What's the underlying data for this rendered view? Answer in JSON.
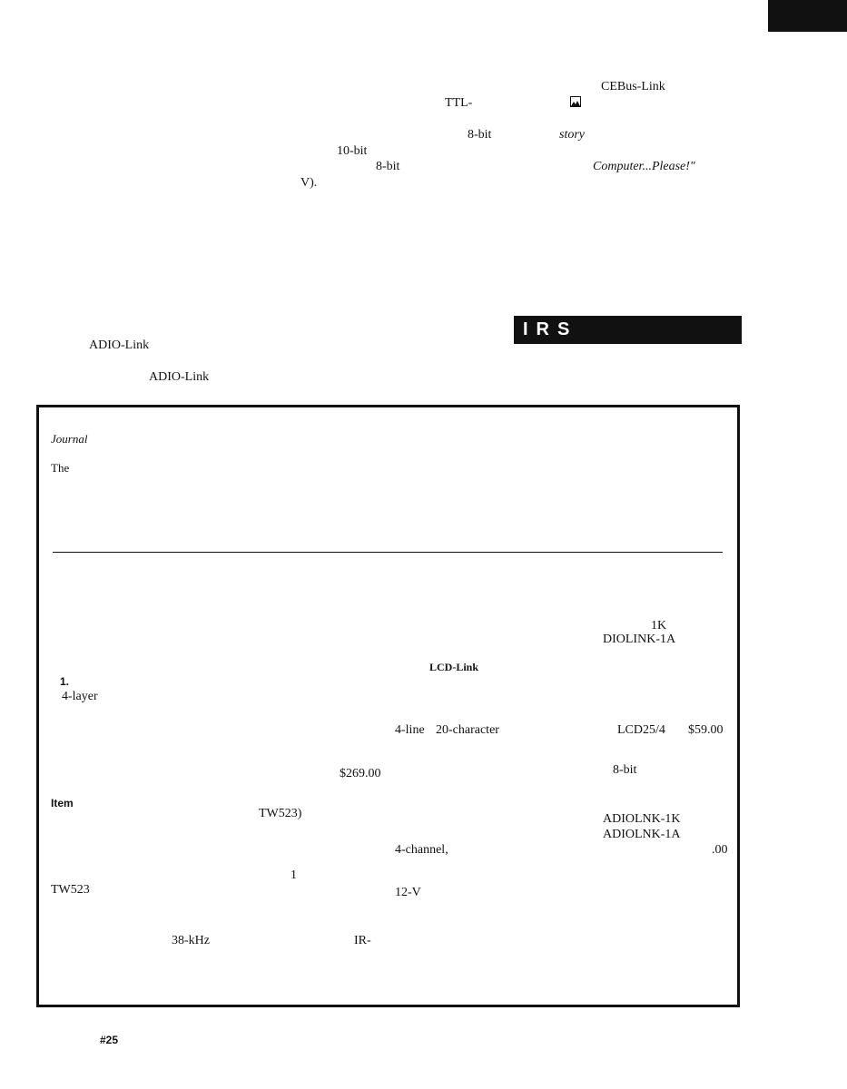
{
  "header": {
    "cebus_link": "CEBus-Link",
    "ttl": "TTL-",
    "eight_bit_1": "8-bit",
    "story": "story",
    "ten_bit": "10-bit",
    "eight_bit_2": "8-bit",
    "computer_please": "Computer...Please!\"",
    "v_paren": "V).",
    "adio_link_1": "ADIO-Link",
    "adio_link_2": "ADIO-Link"
  },
  "banner": {
    "text": "IRS"
  },
  "box": {
    "journal": "Journal",
    "the": "The",
    "one_k": "1K",
    "diolink_1a": "DIOLINK-1A",
    "one_dot": "1.",
    "lcd_link": "LCD-Link",
    "four_layer": "4-layer",
    "four_line": "4-line",
    "twenty_char": "20-character",
    "lcd25_4": "LCD25/4",
    "price_59": "$59.00",
    "price_269": "$269.00",
    "eight_bit": "8-bit",
    "item": "Item",
    "tw523_paren": "TW523)",
    "adiolnk_1k": "ADIOLNK-1K",
    "adiolnk_1a": "ADIOLNK-1A",
    "four_channel": "4-channel,",
    "dot_00": ".00",
    "one": "1",
    "tw523": "TW523",
    "twelve_v": "12-V",
    "khz_38": "38-kHz",
    "ir_dash": "IR-"
  },
  "footer": {
    "page_number": "#25"
  }
}
